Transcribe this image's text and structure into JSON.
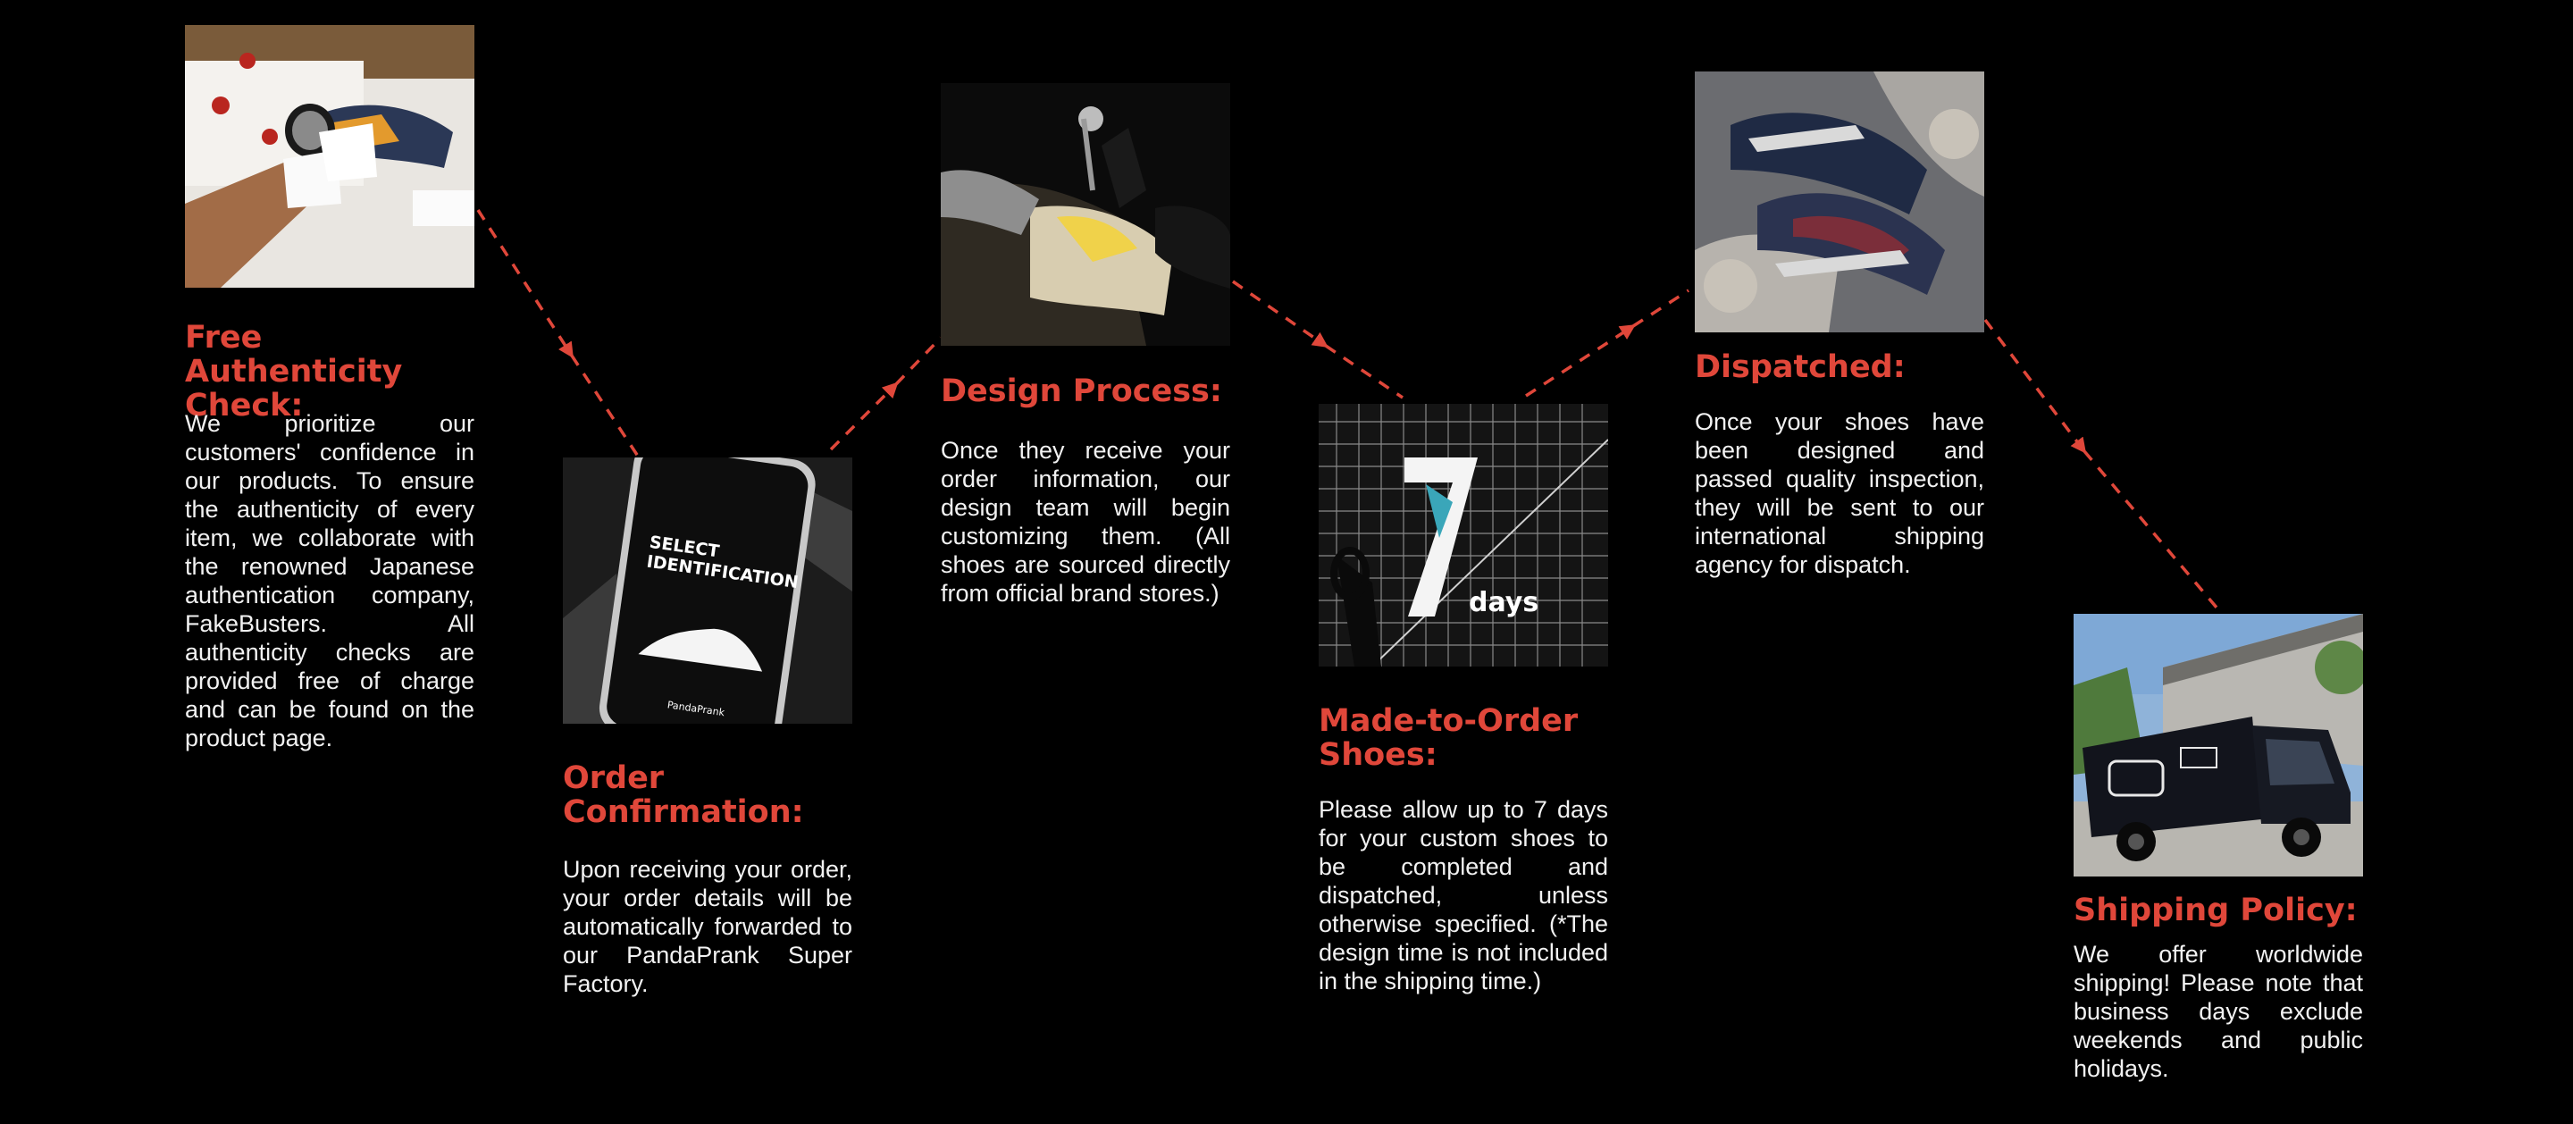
{
  "theme": {
    "background": "#000000",
    "accent": "#e0473a",
    "text": "#f2f2f2"
  },
  "steps": [
    {
      "title": "Free Authenticity Check:",
      "body": "We prioritize our customers' confidence in our products. To ensure the authenticity of every item, we collaborate with the renowned Japanese authentication company, FakeBusters. All authenticity checks are provided free of charge and can be found on the product page.",
      "image": "authenticity-check-photo"
    },
    {
      "title": "Order Confirmation:",
      "body": "Upon receiving your order, your order details will be automatically forwarded to our PandaPrank Super Factory.",
      "image": "phone-order-photo",
      "phone_heading": "SELECT IDENTIFICATION",
      "phone_brand": "PandaPrank"
    },
    {
      "title": "Design Process:",
      "body": "Once they receive your order information, our design team will begin customizing them. (All shoes are sourced directly from official brand stores.)",
      "image": "design-process-photo"
    },
    {
      "title": "Made-to-Order Shoes:",
      "body": "Please allow up to 7 days for your custom shoes to be completed and dispatched, unless otherwise specified. (*The design time is not included in the shipping time.)",
      "image": "seven-days-graphic",
      "badge_number": "7",
      "badge_unit": "days"
    },
    {
      "title": "Dispatched:",
      "body": "Once your shoes have been designed and passed quality inspection, they will be sent to our international shipping agency for dispatch.",
      "image": "dispatched-shoes-photo"
    },
    {
      "title": "Shipping Policy:",
      "body": "We offer worldwide shipping! Please note that business days exclude weekends and public holidays.",
      "image": "delivery-van-photo"
    }
  ]
}
